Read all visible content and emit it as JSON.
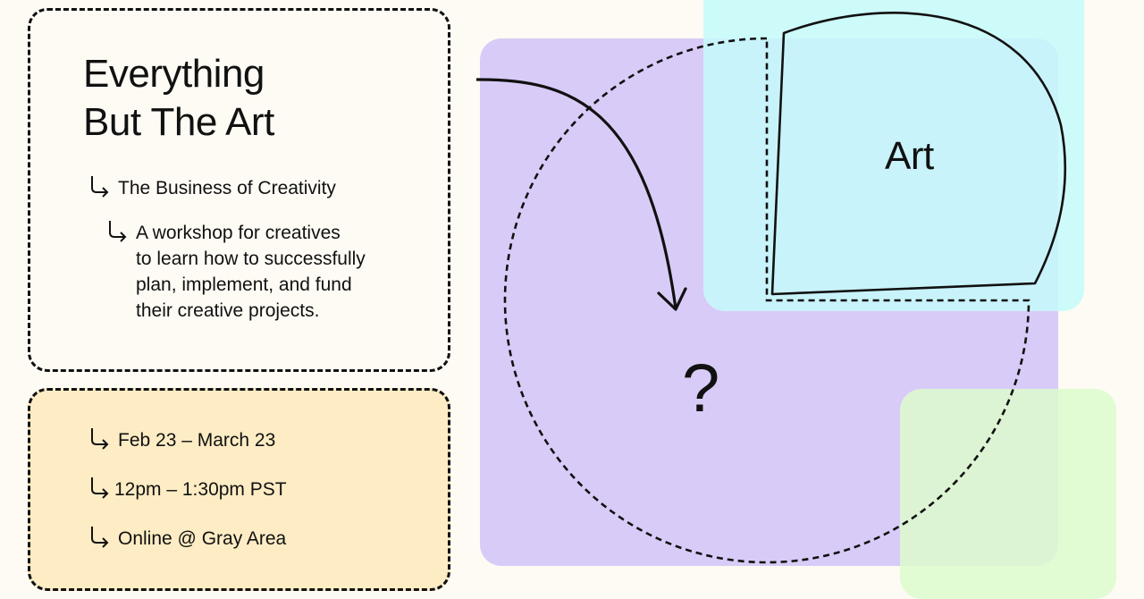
{
  "title": {
    "line1": "Everything",
    "line2": "But The Art"
  },
  "subtitle": "The Business of Creativity",
  "description": {
    "line1": "A workshop for creatives",
    "line2": "to learn how to successfully",
    "line3": "plan, implement, and fund",
    "line4": "their creative projects."
  },
  "details": {
    "dates": "Feb 23 – March 23",
    "time": "12pm – 1:30pm PST",
    "location": "Online @ Gray Area"
  },
  "diagram": {
    "art_label": "Art",
    "unknown_label": "?"
  },
  "colors": {
    "background": "#fdfbf4",
    "purple_block": "#d9cbf7",
    "cyan_block": "#c4fafa",
    "green_block": "#dcfccd",
    "details_card": "#fdecc4",
    "ink": "#111111"
  },
  "icons": {
    "bullet": "return-arrow-icon",
    "connector": "curved-arrow-icon"
  }
}
